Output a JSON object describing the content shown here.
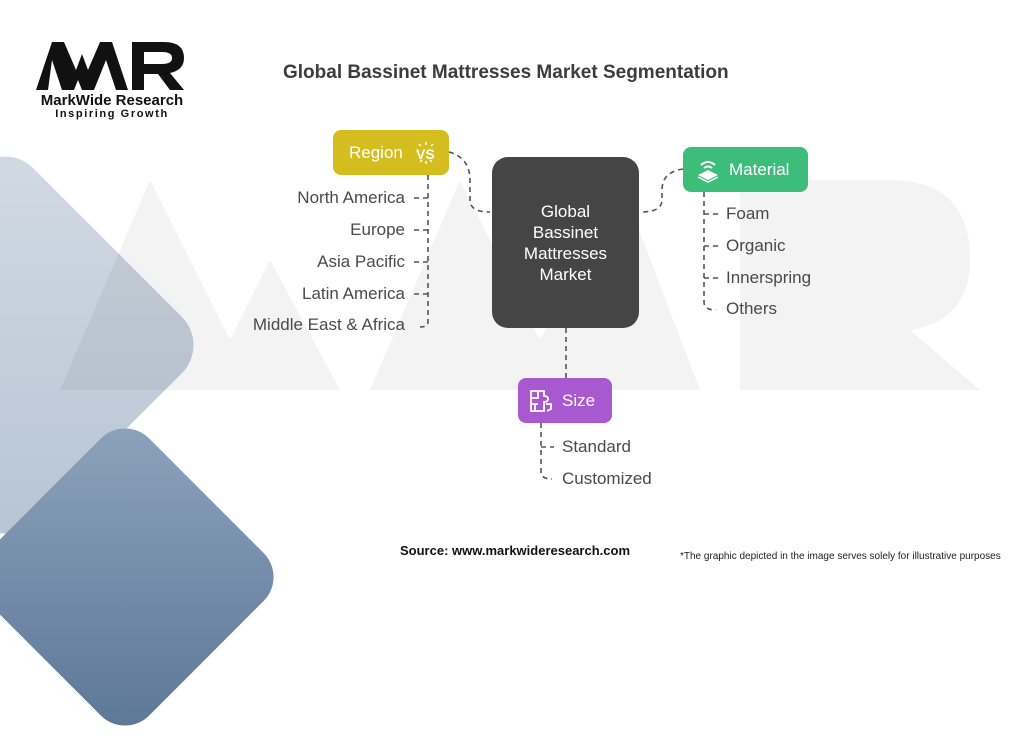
{
  "logo": {
    "mark": "MWR",
    "name": "MarkWide Research",
    "tagline": "Inspiring Growth"
  },
  "title": "Global Bassinet Mattresses Market Segmentation",
  "center": {
    "lines": [
      "Global",
      "Bassinet",
      "Mattresses",
      "Market"
    ]
  },
  "segments": {
    "region": {
      "label": "Region",
      "icon": "vs-compare-icon",
      "color": "#d4bd1e",
      "items": [
        "North America",
        "Europe",
        "Asia Pacific",
        "Latin America",
        "Middle East & Africa"
      ]
    },
    "material": {
      "label": "Material",
      "icon": "layers-signal-icon",
      "color": "#3cbd7a",
      "items": [
        "Foam",
        "Organic",
        "Innerspring",
        "Others"
      ]
    },
    "size": {
      "label": "Size",
      "icon": "puzzle-grid-icon",
      "color": "#a959cf",
      "items": [
        "Standard",
        "Customized"
      ]
    }
  },
  "footer": {
    "source": "Source: www.markwideresearch.com",
    "note": "*The graphic depicted in the image serves solely for illustrative purposes"
  }
}
